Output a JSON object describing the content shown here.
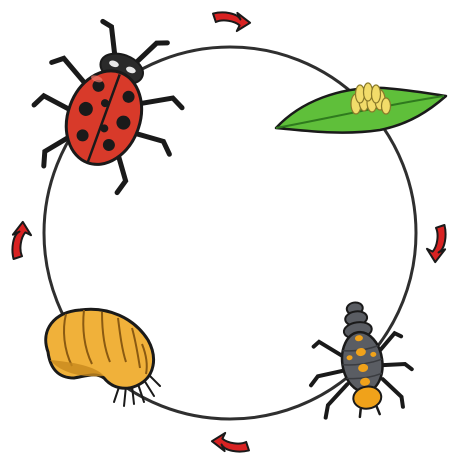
{
  "diagram": {
    "stages": [
      {
        "id": "adult",
        "icon": "ladybug-icon"
      },
      {
        "id": "eggs",
        "icon": "eggs-on-leaf-icon"
      },
      {
        "id": "larva",
        "icon": "larva-icon"
      },
      {
        "id": "pupa",
        "icon": "pupa-icon"
      }
    ],
    "arrows": [
      "arrow-top",
      "arrow-right",
      "arrow-bottom",
      "arrow-left"
    ],
    "colors": {
      "cycle": "#2f2f2f",
      "arrow": "#d82222",
      "ladybug_red": "#d83a2a",
      "ladybug_spot": "#1a1a1a",
      "leaf": "#5fbf3a",
      "eggs": "#f2dc6a",
      "pupa": "#f0b13a",
      "larva_body": "#5a5d63",
      "larva_spot": "#f0a21a",
      "outline": "#1a1a1a"
    }
  }
}
